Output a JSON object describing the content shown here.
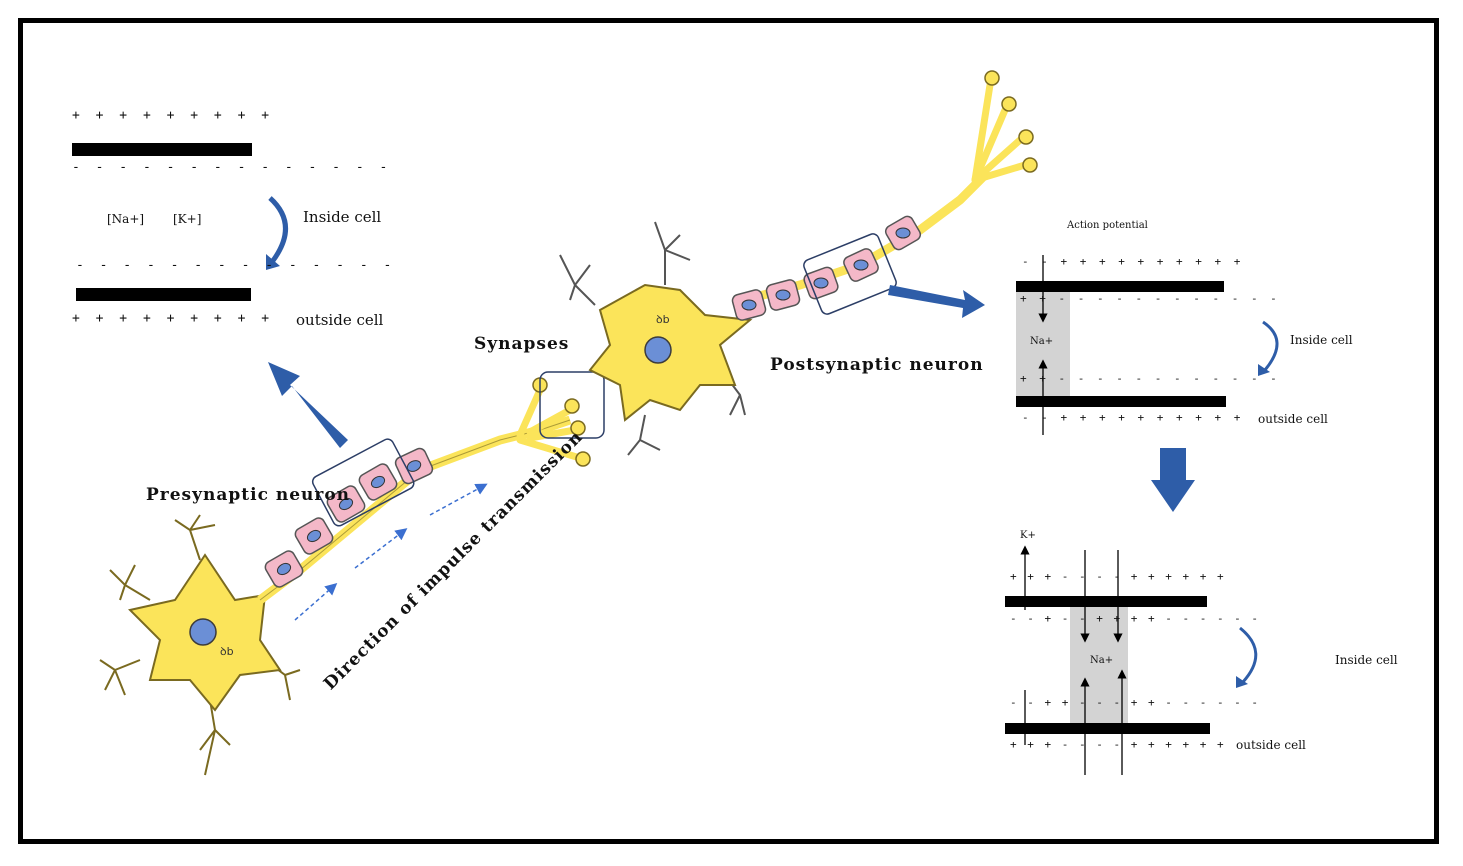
{
  "labels": {
    "presynaptic": "Presynaptic  neuron",
    "postsynaptic": "Postsynaptic  neuron",
    "synapses": "Synapses",
    "direction": "Direction  of  impulse  transmission",
    "action_potential": "Action potential"
  },
  "resting_panel": {
    "ion_na": "[Na+]",
    "ion_k": "[K+]",
    "inside": "Inside cell",
    "outside": "outside cell",
    "plus_row": "+ + + + + + + + +",
    "minus_row": "- - - - - - - - - - - - - -"
  },
  "action_panel": {
    "ion": "Na+",
    "inside": "Inside cell",
    "outside": "outside cell",
    "top_row": "- - + + + + + + + + + +",
    "upper_minus": "+ +  - - - - - - - - - - - -",
    "lower_minus": "+ +  - - - - - - - - - - - -",
    "bottom_row": "- - + + + + + + + + + +"
  },
  "repol_panel": {
    "ion_k": "K+",
    "ion_na": "Na+",
    "inside": "Inside cell",
    "outside": "outside cell",
    "top_row": "+ + + -  - - - + + + + + +",
    "upper_inner": "- -  +  - - + + + +  - - - - - -",
    "lower_inner": "- -  +  + - - - + +  - - - - - -",
    "bottom_row": "+ + + -  - - - + + + + + +"
  },
  "colors": {
    "neuron_body": "#FBE45A",
    "neuron_outline": "#7a6a20",
    "myelin": "#F4B8C8",
    "nucleus": "#6B8FD6",
    "arrow_blue": "#2E5DA8",
    "shade": "#D3D3D3"
  }
}
